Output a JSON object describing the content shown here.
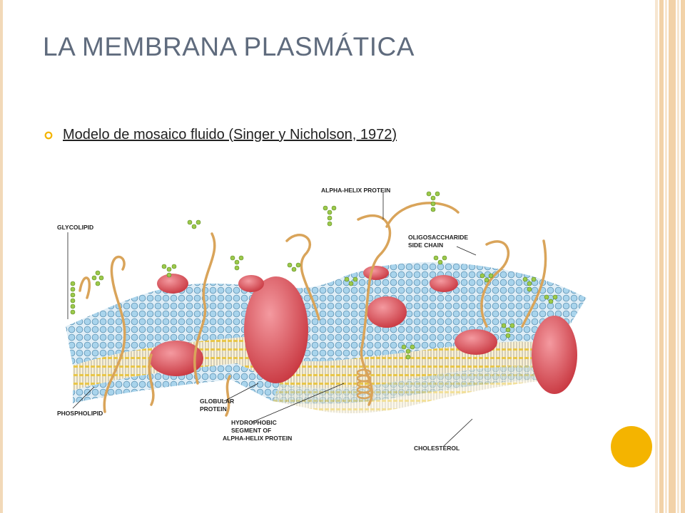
{
  "slide": {
    "title": "LA MEMBRANA PLASMÁTICA",
    "bullet": "Modelo de mosaico fluido (Singer y Nicholson, 1972)"
  },
  "diagram": {
    "labels": {
      "alpha_helix_protein": "ALPHA-HELIX PROTEIN",
      "glycolipid": "GLYCOLIPID",
      "oligosaccharide_1": "OLIGOSACCHARIDE",
      "oligosaccharide_2": "SIDE CHAIN",
      "globular_1": "GLOBULAR",
      "globular_2": "PROTEIN",
      "phospholipid": "PHOSPHOLIPID",
      "hydrophobic_1": "HYDROPHOBIC",
      "hydrophobic_2": "SEGMENT OF",
      "hydrophobic_3": "ALPHA-HELIX PROTEIN",
      "cholesterol": "CHOLESTEROL"
    }
  },
  "colors": {
    "title": "#5f6b7d",
    "accent": "#f4b400",
    "stripe": "#f2d9b8",
    "protein": "#e05560",
    "head": "#a9d4ec",
    "tail": "#e8c64a",
    "sugar": "#9cc94a",
    "helix": "#d9a45a"
  }
}
